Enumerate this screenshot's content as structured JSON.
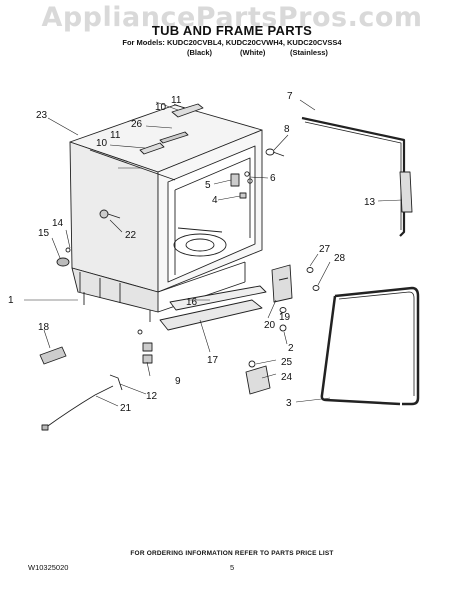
{
  "watermark": "AppliancePartsPros.com",
  "title": "TUB AND FRAME PARTS",
  "models_line": "For Models: KUDC20CVBL4, KUDC20CVWH4, KUDC20CVSS4",
  "variants": [
    "(Black)",
    "(White)",
    "(Stainless)"
  ],
  "callouts": [
    "1",
    "2",
    "3",
    "4",
    "5",
    "6",
    "7",
    "8",
    "9",
    "10",
    "11",
    "12",
    "13",
    "14",
    "15",
    "16",
    "17",
    "18",
    "19",
    "20",
    "21",
    "22",
    "23",
    "24",
    "25",
    "26",
    "27",
    "28"
  ],
  "footer_note": "FOR ORDERING INFORMATION REFER TO PARTS PRICE LIST",
  "doc_number": "W10325020",
  "page_number": "5"
}
